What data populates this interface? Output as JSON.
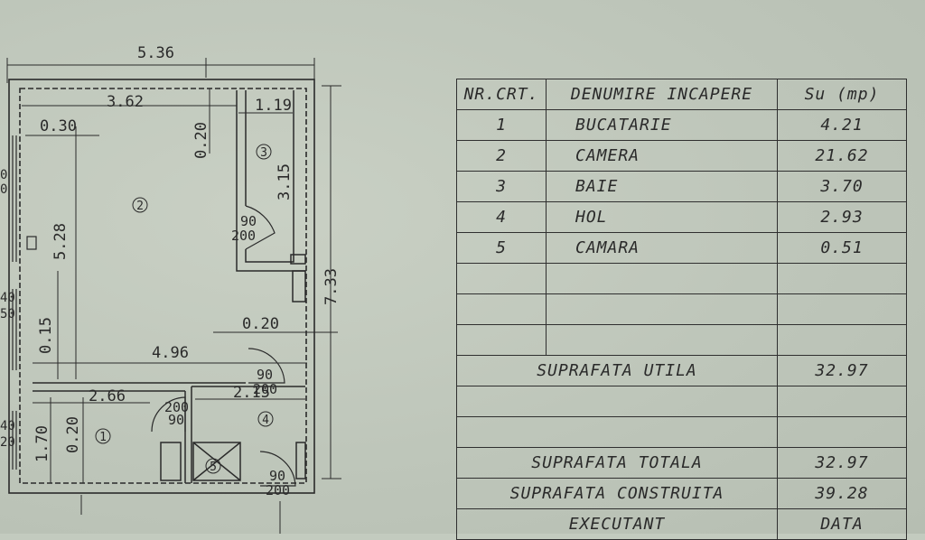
{
  "plan": {
    "dimensions": {
      "total_width": "5.36",
      "room2_width": "3.62",
      "room3_width": "1.19",
      "wall_left": "0.30",
      "wall_top": "0.20",
      "room3_depth": "3.15",
      "room2_depth": "5.28",
      "total_depth": "7.33",
      "partition": "0.20",
      "bottom_width": "4.96",
      "wall_bottom": "0.15",
      "room1_width": "2.66",
      "room4_width": "2.15",
      "room1_depth": "1.70",
      "room1_wall": "0.20"
    },
    "doors": {
      "door_bath_w": "90",
      "door_bath_h": "200",
      "door_hall_w": "90",
      "door_hall_h": "200",
      "door_kitchen_w": "200",
      "door_kitchen_h": "90",
      "door_entry_w": "90",
      "door_entry_h": "200"
    },
    "windows": {
      "w1a": "0",
      "w1b": "0",
      "w2a": "40",
      "w2b": "50",
      "w3a": "40",
      "w3b": "20"
    },
    "room_numbers": [
      "1",
      "2",
      "3",
      "4",
      "5"
    ]
  },
  "table": {
    "headers": [
      "NR.CRT.",
      "DENUMIRE INCAPERE",
      "Su (mp)"
    ],
    "rows": [
      {
        "nr": "1",
        "name": "BUCATARIE",
        "area": "4.21"
      },
      {
        "nr": "2",
        "name": "CAMERA",
        "area": "21.62"
      },
      {
        "nr": "3",
        "name": "BAIE",
        "area": "3.70"
      },
      {
        "nr": "4",
        "name": "HOL",
        "area": "2.93"
      },
      {
        "nr": "5",
        "name": "CAMARA",
        "area": "0.51"
      }
    ],
    "suprafata_utila_label": "SUPRAFATA UTILA",
    "suprafata_utila_value": "32.97",
    "suprafata_totala_label": "SUPRAFATA TOTALA",
    "suprafata_totala_value": "32.97",
    "suprafata_construita_label": "SUPRAFATA CONSTRUITA",
    "suprafata_construita_value": "39.28",
    "executant_label": "EXECUTANT",
    "data_label": "DATA"
  }
}
